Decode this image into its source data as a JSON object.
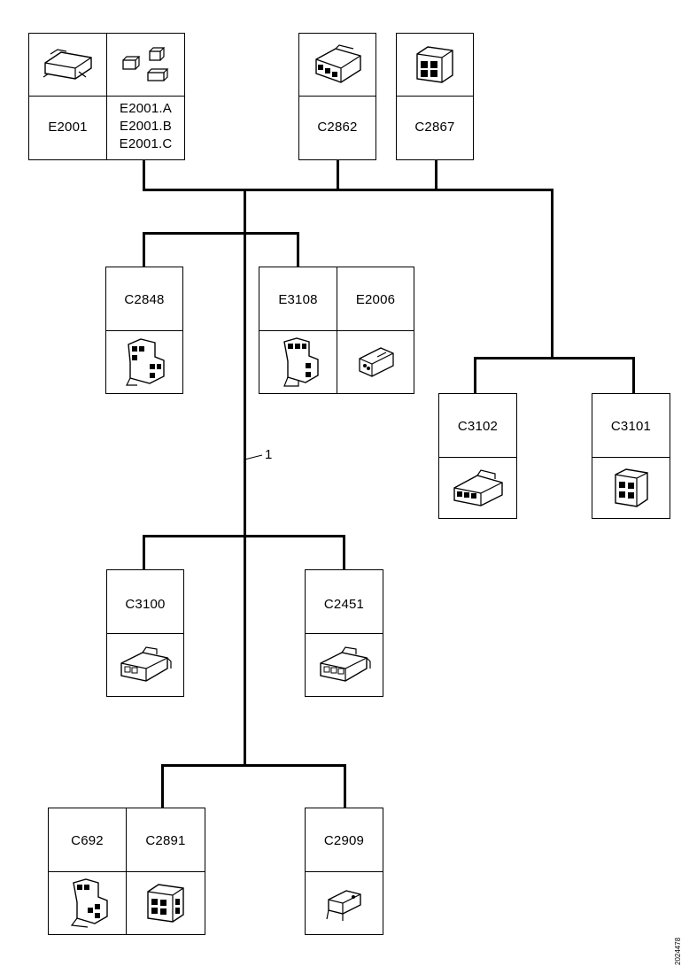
{
  "harness_callout": "1",
  "doc_number": "2024478",
  "connectors": {
    "e2001": "E2001",
    "e2001_abc": [
      "E2001.A",
      "E2001.B",
      "E2001.C"
    ],
    "c2862": "C2862",
    "c2867": "C2867",
    "c2848": "C2848",
    "e3108": "E3108",
    "e2006": "E2006",
    "c3102": "C3102",
    "c3101": "C3101",
    "c3100": "C3100",
    "c2451": "C2451",
    "c692": "C692",
    "c2891": "C2891",
    "c2909": "C2909"
  }
}
